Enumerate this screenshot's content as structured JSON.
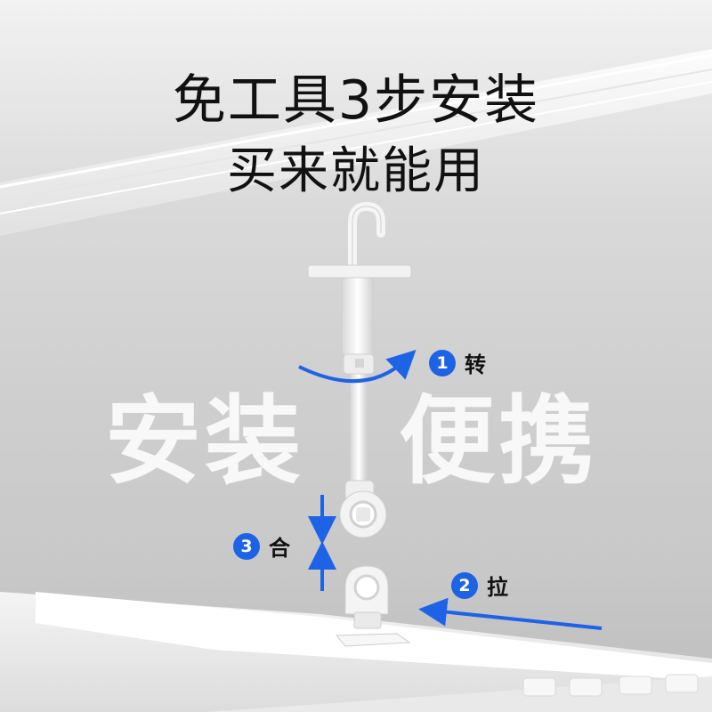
{
  "headline": {
    "line1": "免工具3步安装",
    "line2": "买来就能用"
  },
  "watermark": {
    "word1": "安装",
    "word2": "便携"
  },
  "steps": [
    {
      "number": "1",
      "label": "转",
      "icon": "rotate-arrow-icon"
    },
    {
      "number": "2",
      "label": "拉",
      "icon": "arrow-left-icon"
    },
    {
      "number": "3",
      "label": "合",
      "icon": "arrow-up-down-icon"
    }
  ],
  "colors": {
    "accent": "#1e63e6",
    "text": "#111111",
    "background": "#d0d0d0"
  }
}
